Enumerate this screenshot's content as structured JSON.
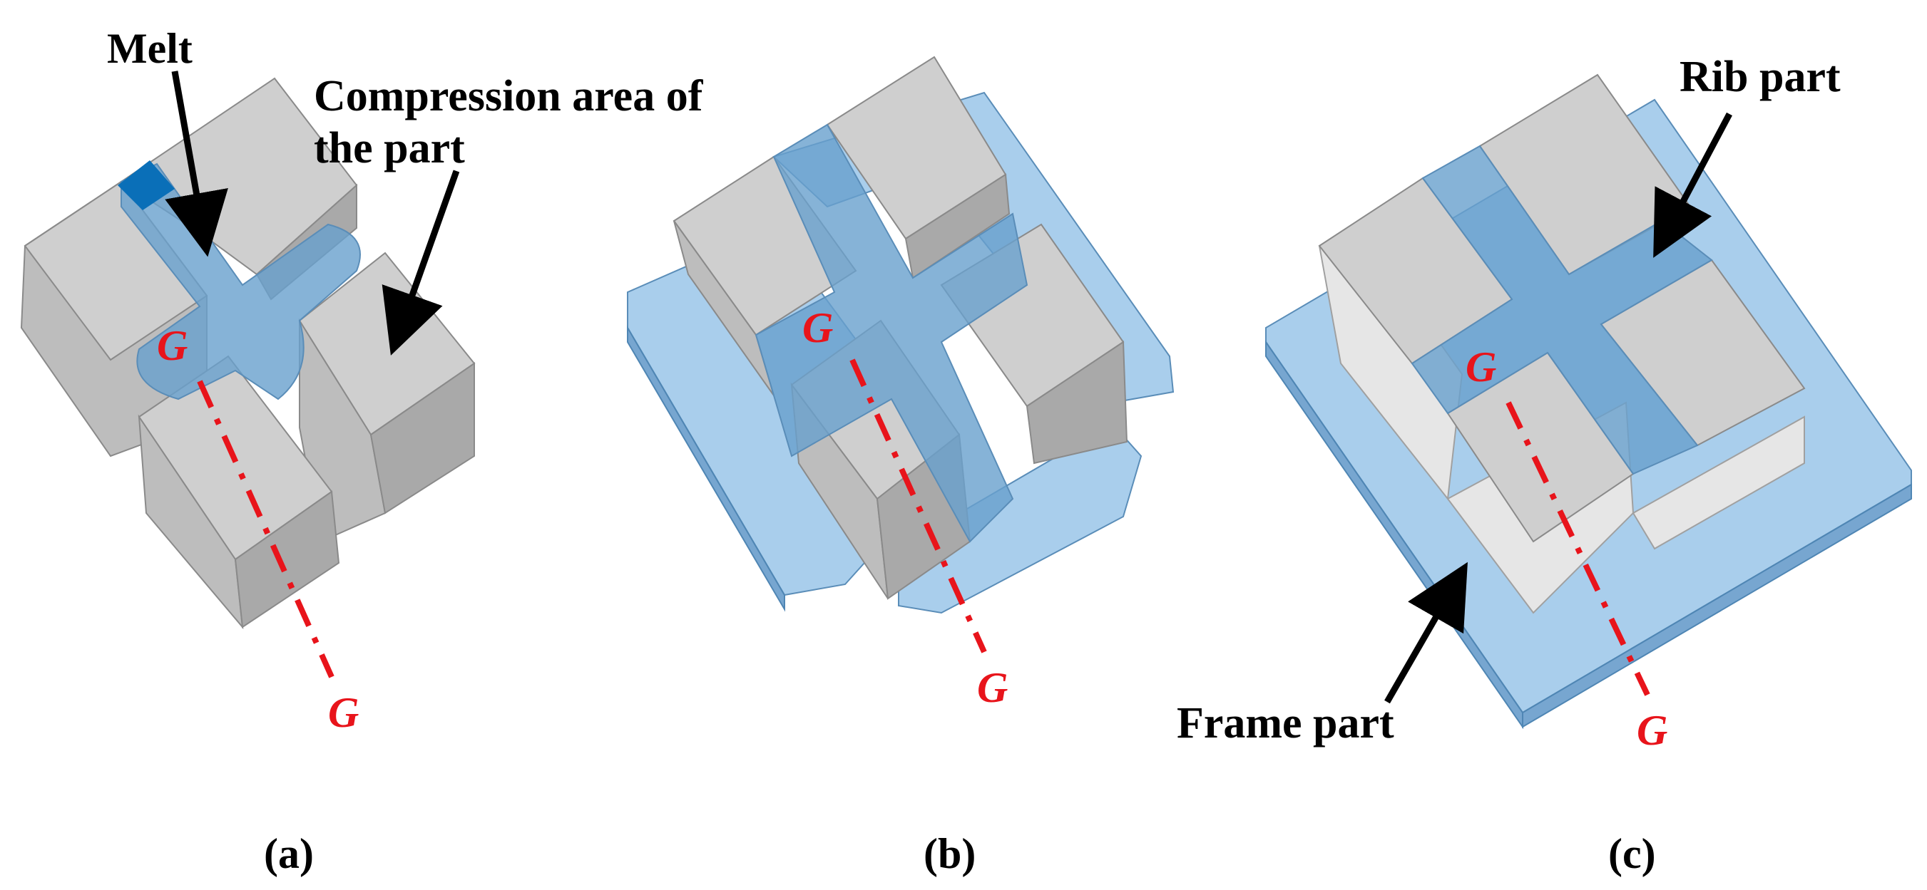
{
  "panels": [
    {
      "caption": "(a)",
      "annotations": [
        "Melt",
        "Compression area of",
        "the part"
      ],
      "line_label": "G"
    },
    {
      "caption": "(b)",
      "line_label": "G"
    },
    {
      "caption": "(c)",
      "annotations": [
        "Rib part",
        "Frame part"
      ],
      "line_label": "G"
    }
  ],
  "colors": {
    "gray_block": "#cfcfcf",
    "blue_resin": "#68a0cd",
    "melt_dark_blue": "#0a6fb8",
    "section_line": "#e8141b",
    "arrow": "#000000"
  }
}
